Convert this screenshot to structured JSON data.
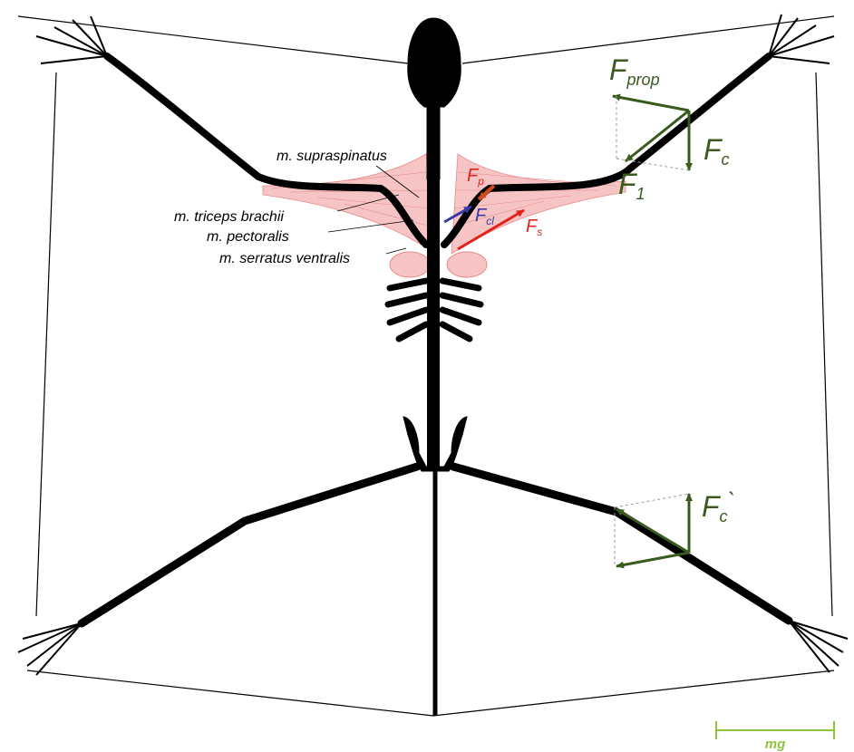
{
  "labels": {
    "supraspinatus": "m. supraspinatus",
    "triceps": "m. triceps brachii",
    "pectoralis": "m. pectoralis",
    "serratus": "m. serratus ventralis"
  },
  "forces": {
    "F_prop": {
      "base": "F",
      "sub": "prop"
    },
    "F_c": {
      "base": "F",
      "sub": "c"
    },
    "F_1": {
      "base": "F",
      "sub": "1"
    },
    "F_p": {
      "base": "F",
      "sub": "p"
    },
    "F_cl": {
      "base": "F",
      "sub": "cl"
    },
    "F_s": {
      "base": "F",
      "sub": "s"
    },
    "F_c_prime": {
      "base": "F",
      "sub": "c",
      "suffix": "`"
    }
  },
  "scale_bar": {
    "label": "mg"
  },
  "colors": {
    "skeleton": "#000000",
    "muscle_fill": "#f6c4c4",
    "muscle_line": "#e88a8a",
    "force_vector": "#3a5a1e",
    "f_p": "#d44a1c",
    "f_cl": "#3a3aa8",
    "f_s": "#e0231c",
    "scale_bar": "#8cc63f",
    "membrane": "#000000"
  }
}
